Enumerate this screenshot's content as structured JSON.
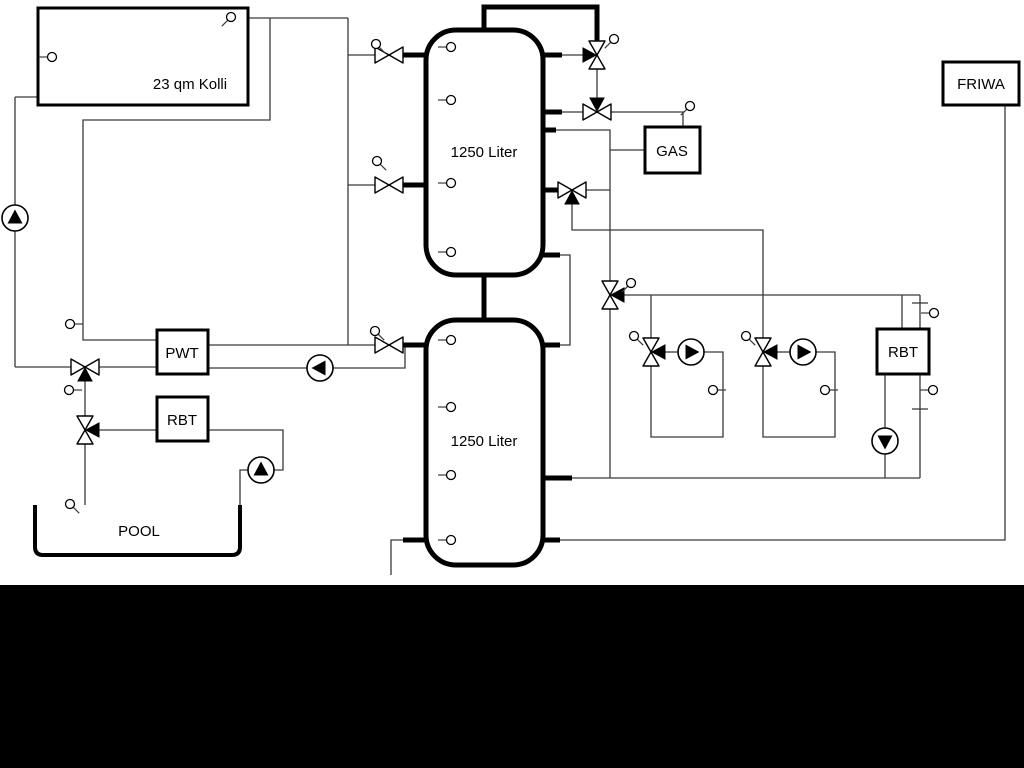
{
  "diagram": {
    "type": "hydraulic-heating-schematic",
    "colors": {
      "background": "#ffffff",
      "line": "#000000",
      "thin_pipe": "#3a3a3a",
      "bottom_band": "#000000"
    },
    "labels": {
      "collector": "23 qm Kolli",
      "tank_top": "1250 Liter",
      "tank_bottom": "1250 Liter",
      "gas": "GAS",
      "friwa": "FRIWA",
      "pwt": "PWT",
      "rbt_left": "RBT",
      "rbt_right": "RBT",
      "pool": "POOL"
    },
    "symbols": {
      "pumps": 6,
      "valves": 11,
      "temperature_sensors": 25,
      "buffer_tanks": 2
    }
  }
}
